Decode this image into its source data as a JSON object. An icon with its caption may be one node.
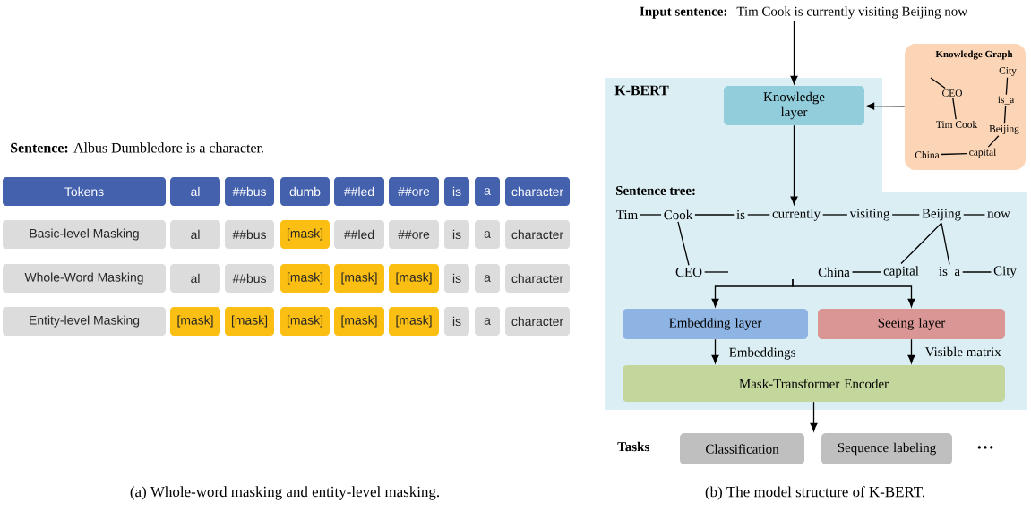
{
  "diagram": {
    "nodes": [
      {
        "text": [
          "Tokens"
        ]
      },
      {
        "text": [
          "al"
        ]
      },
      {
        "text": [
          "##bus"
        ]
      },
      {
        "text": [
          "dumb"
        ]
      },
      {
        "text": [
          "##led"
        ]
      },
      {
        "text": [
          "##ore"
        ]
      },
      {
        "text": [
          "is"
        ]
      },
      {
        "text": [
          "a"
        ]
      },
      {
        "text": [
          "character"
        ]
      },
      {
        "text": [
          "Basic-level Masking"
        ]
      },
      {
        "text": [
          "al"
        ]
      },
      {
        "text": [
          "##bus"
        ]
      },
      {
        "text": [
          "[mask]"
        ]
      },
      {
        "text": [
          "##led"
        ]
      },
      {
        "text": [
          "##ore"
        ]
      },
      {
        "text": [
          "is"
        ]
      },
      {
        "text": [
          "a"
        ]
      },
      {
        "text": [
          "character"
        ]
      },
      {
        "text": [
          "Whole-Word Masking"
        ]
      },
      {
        "text": [
          "al"
        ]
      },
      {
        "text": [
          "##bus"
        ]
      },
      {
        "text": [
          "[mask]"
        ]
      },
      {
        "text": [
          "[mask]"
        ]
      },
      {
        "text": [
          "[mask]"
        ]
      },
      {
        "text": [
          "is"
        ]
      },
      {
        "text": [
          "a"
        ]
      },
      {
        "text": [
          "character"
        ]
      },
      {
        "text": [
          "Entity-level Masking"
        ]
      },
      {
        "text": [
          "[mask]"
        ]
      },
      {
        "text": [
          "[mask]"
        ]
      },
      {
        "text": [
          "[mask]"
        ]
      },
      {
        "text": [
          "[mask]"
        ]
      },
      {
        "text": [
          "[mask]"
        ]
      },
      {
        "text": [
          "is"
        ]
      },
      {
        "text": [
          "a"
        ]
      },
      {
        "text": [
          "character"
        ]
      },
      {
        "text": [
          "Input sentence:",
          "Tim Cook is currently visiting Beijing now"
        ]
      },
      {
        "text": [
          "K-BERT"
        ]
      },
      {
        "text": [
          "Knowledge layer"
        ],
        "in": 37
      },
      {
        "text": [
          "Knowledge Graph"
        ]
      },
      {
        "text": [
          "CEO"
        ],
        "in": 39
      },
      {
        "text": [
          "City"
        ],
        "in": 39
      },
      {
        "text": [
          "is_a"
        ],
        "in": 39
      },
      {
        "text": [
          "Tim Cook"
        ],
        "in": 39
      },
      {
        "text": [
          "Beijing"
        ],
        "in": 39
      },
      {
        "text": [
          "China"
        ],
        "in": 39
      },
      {
        "text": [
          "capital"
        ],
        "in": 39
      },
      {
        "text": [
          "Tim"
        ],
        "in": 37
      },
      {
        "text": [
          "Cook"
        ],
        "in": 37
      },
      {
        "text": [
          "is"
        ],
        "in": 37
      },
      {
        "text": [
          "currently"
        ],
        "in": 37
      },
      {
        "text": [
          "visiting"
        ],
        "in": 37
      },
      {
        "text": [
          "Beijing"
        ],
        "in": 37
      },
      {
        "text": [
          "now"
        ],
        "in": 37
      },
      {
        "text": [
          "CEO"
        ],
        "in": 37
      },
      {
        "text": [
          "China"
        ],
        "in": 37
      },
      {
        "text": [
          "capital"
        ],
        "in": 37
      },
      {
        "text": [
          "is_a"
        ],
        "in": 37
      },
      {
        "text": [
          "City"
        ],
        "in": 37
      },
      {
        "text": [
          "Embedding layer"
        ],
        "in": 37
      },
      {
        "text": [
          "Seeing layer"
        ],
        "in": 37
      },
      {
        "text": [
          "Mask-Transformer Encoder"
        ],
        "in": 37
      },
      {
        "text": [
          "Classification"
        ]
      },
      {
        "text": [
          "Sequence labeling"
        ]
      }
    ],
    "edges": [
      {
        "from": 36,
        "to": 38,
        "arrow": "to"
      },
      {
        "from": 39,
        "to": 38,
        "arrow": "to"
      },
      {
        "from": null,
        "to": 40,
        "arrow": "none"
      },
      {
        "from": 40,
        "to": 43,
        "arrow": "none"
      },
      {
        "from": 41,
        "to": 42,
        "arrow": "none"
      },
      {
        "from": 42,
        "to": 44,
        "arrow": "none"
      },
      {
        "from": 44,
        "to": 46,
        "arrow": "none"
      },
      {
        "from": 45,
        "to": 46,
        "arrow": "none"
      },
      {
        "from": 38,
        "to": 50,
        "arrow": "to"
      },
      {
        "from": 47,
        "to": 48,
        "arrow": "none"
      },
      {
        "from": 48,
        "to": 49,
        "arrow": "none"
      },
      {
        "from": 49,
        "to": 50,
        "arrow": "none"
      },
      {
        "from": 50,
        "to": 51,
        "arrow": "none"
      },
      {
        "from": 51,
        "to": 52,
        "arrow": "none"
      },
      {
        "from": 52,
        "to": 53,
        "arrow": "none"
      },
      {
        "from": 48,
        "to": 54,
        "arrow": "none"
      },
      {
        "from": 54,
        "to": null,
        "arrow": "none"
      },
      {
        "from": 52,
        "to": 56,
        "arrow": "none"
      },
      {
        "from": 52,
        "to": 57,
        "arrow": "none"
      },
      {
        "from": 55,
        "to": 56,
        "arrow": "none"
      },
      {
        "from": 57,
        "to": 58,
        "arrow": "none"
      },
      {
        "from": null,
        "to": 59,
        "arrow": "to"
      },
      {
        "from": null,
        "to": 60,
        "arrow": "to"
      },
      {
        "from": 59,
        "to": 61,
        "arrow": "to",
        "label": "Embeddings"
      },
      {
        "from": 60,
        "to": 61,
        "arrow": "to",
        "label": "Visible matrix"
      },
      {
        "from": 61,
        "to": 62,
        "arrow": "to"
      }
    ],
    "labels": [
      "**Sentence:** Albus Dumbledore is a character.",
      "Sentence tree:",
      "Tasks",
      "…",
      "(a)  Whole-word masking and entity-level masking.",
      "(b)  The model structure of K-BERT."
    ]
  }
}
